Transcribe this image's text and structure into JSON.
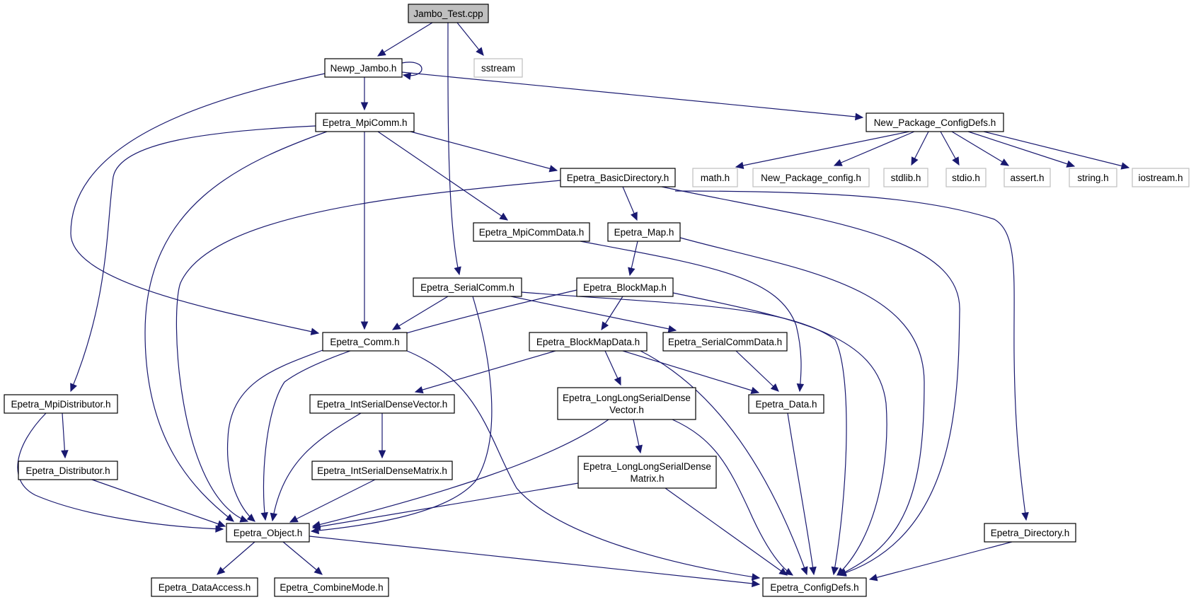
{
  "diagram": {
    "colors": {
      "edge": "#191970",
      "root_fill": "#bfbfbf",
      "ext_stroke": "#bfbfbf"
    },
    "nodes": [
      {
        "id": "jambo_test",
        "label": "Jambo_Test.cpp",
        "kind": "root"
      },
      {
        "id": "newp_jambo",
        "label": "Newp_Jambo.h",
        "kind": "local"
      },
      {
        "id": "sstream",
        "label": "sstream",
        "kind": "ext"
      },
      {
        "id": "epetra_mpicomm",
        "label": "Epetra_MpiComm.h",
        "kind": "local"
      },
      {
        "id": "new_package_configdefs",
        "label": "New_Package_ConfigDefs.h",
        "kind": "local"
      },
      {
        "id": "epetra_basicdirectory",
        "label": "Epetra_BasicDirectory.h",
        "kind": "local"
      },
      {
        "id": "math_h",
        "label": "math.h",
        "kind": "ext"
      },
      {
        "id": "new_package_config",
        "label": "New_Package_config.h",
        "kind": "ext"
      },
      {
        "id": "stdlib_h",
        "label": "stdlib.h",
        "kind": "ext"
      },
      {
        "id": "stdio_h",
        "label": "stdio.h",
        "kind": "ext"
      },
      {
        "id": "assert_h",
        "label": "assert.h",
        "kind": "ext"
      },
      {
        "id": "string_h",
        "label": "string.h",
        "kind": "ext"
      },
      {
        "id": "iostream_h",
        "label": "iostream.h",
        "kind": "ext"
      },
      {
        "id": "epetra_mpicommdata",
        "label": "Epetra_MpiCommData.h",
        "kind": "local"
      },
      {
        "id": "epetra_map",
        "label": "Epetra_Map.h",
        "kind": "local"
      },
      {
        "id": "epetra_serialcomm",
        "label": "Epetra_SerialComm.h",
        "kind": "local"
      },
      {
        "id": "epetra_blockmap",
        "label": "Epetra_BlockMap.h",
        "kind": "local"
      },
      {
        "id": "epetra_comm",
        "label": "Epetra_Comm.h",
        "kind": "local"
      },
      {
        "id": "epetra_blockmapdata",
        "label": "Epetra_BlockMapData.h",
        "kind": "local"
      },
      {
        "id": "epetra_serialcommdata",
        "label": "Epetra_SerialCommData.h",
        "kind": "local"
      },
      {
        "id": "epetra_mpidistributor",
        "label": "Epetra_MpiDistributor.h",
        "kind": "local"
      },
      {
        "id": "epetra_intserialdensevector",
        "label": "Epetra_IntSerialDenseVector.h",
        "kind": "local"
      },
      {
        "id": "epetra_longlongserialdensevector",
        "label": "Epetra_LongLongSerialDense\nVector.h",
        "kind": "local"
      },
      {
        "id": "epetra_data",
        "label": "Epetra_Data.h",
        "kind": "local"
      },
      {
        "id": "epetra_distributor",
        "label": "Epetra_Distributor.h",
        "kind": "local"
      },
      {
        "id": "epetra_intserialdensematrix",
        "label": "Epetra_IntSerialDenseMatrix.h",
        "kind": "local"
      },
      {
        "id": "epetra_longlongserialdensematrix",
        "label": "Epetra_LongLongSerialDense\nMatrix.h",
        "kind": "local"
      },
      {
        "id": "epetra_object",
        "label": "Epetra_Object.h",
        "kind": "local"
      },
      {
        "id": "epetra_directory",
        "label": "Epetra_Directory.h",
        "kind": "local"
      },
      {
        "id": "epetra_dataaccess",
        "label": "Epetra_DataAccess.h",
        "kind": "local"
      },
      {
        "id": "epetra_combinemode",
        "label": "Epetra_CombineMode.h",
        "kind": "local"
      },
      {
        "id": "epetra_configdefs",
        "label": "Epetra_ConfigDefs.h",
        "kind": "local"
      }
    ],
    "edges": [
      {
        "from": "jambo_test",
        "to": "newp_jambo"
      },
      {
        "from": "jambo_test",
        "to": "sstream"
      },
      {
        "from": "jambo_test",
        "to": "epetra_serialcomm"
      },
      {
        "from": "newp_jambo",
        "to": "newp_jambo"
      },
      {
        "from": "newp_jambo",
        "to": "epetra_mpicomm"
      },
      {
        "from": "newp_jambo",
        "to": "new_package_configdefs"
      },
      {
        "from": "newp_jambo",
        "to": "epetra_comm"
      },
      {
        "from": "new_package_configdefs",
        "to": "math_h"
      },
      {
        "from": "new_package_configdefs",
        "to": "new_package_config"
      },
      {
        "from": "new_package_configdefs",
        "to": "stdlib_h"
      },
      {
        "from": "new_package_configdefs",
        "to": "stdio_h"
      },
      {
        "from": "new_package_configdefs",
        "to": "assert_h"
      },
      {
        "from": "new_package_configdefs",
        "to": "string_h"
      },
      {
        "from": "new_package_configdefs",
        "to": "iostream_h"
      },
      {
        "from": "epetra_mpicomm",
        "to": "epetra_basicdirectory"
      },
      {
        "from": "epetra_mpicomm",
        "to": "epetra_mpicommdata"
      },
      {
        "from": "epetra_mpicomm",
        "to": "epetra_comm"
      },
      {
        "from": "epetra_mpicomm",
        "to": "epetra_mpidistributor"
      },
      {
        "from": "epetra_mpicomm",
        "to": "epetra_object"
      },
      {
        "from": "epetra_basicdirectory",
        "to": "epetra_map"
      },
      {
        "from": "epetra_basicdirectory",
        "to": "epetra_object"
      },
      {
        "from": "epetra_basicdirectory",
        "to": "epetra_configdefs"
      },
      {
        "from": "epetra_basicdirectory",
        "to": "epetra_directory"
      },
      {
        "from": "epetra_mpicommdata",
        "to": "epetra_data"
      },
      {
        "from": "epetra_map",
        "to": "epetra_blockmap"
      },
      {
        "from": "epetra_map",
        "to": "epetra_configdefs"
      },
      {
        "from": "epetra_serialcomm",
        "to": "epetra_comm"
      },
      {
        "from": "epetra_serialcomm",
        "to": "epetra_serialcommdata"
      },
      {
        "from": "epetra_serialcomm",
        "to": "epetra_object"
      },
      {
        "from": "epetra_serialcomm",
        "to": "epetra_configdefs"
      },
      {
        "from": "epetra_blockmap",
        "to": "epetra_blockmapdata"
      },
      {
        "from": "epetra_blockmap",
        "to": "epetra_object"
      },
      {
        "from": "epetra_blockmap",
        "to": "epetra_configdefs"
      },
      {
        "from": "epetra_comm",
        "to": "epetra_object"
      },
      {
        "from": "epetra_comm",
        "to": "epetra_configdefs"
      },
      {
        "from": "epetra_blockmapdata",
        "to": "epetra_intserialdensevector"
      },
      {
        "from": "epetra_blockmapdata",
        "to": "epetra_longlongserialdensevector"
      },
      {
        "from": "epetra_blockmapdata",
        "to": "epetra_data"
      },
      {
        "from": "epetra_blockmapdata",
        "to": "epetra_configdefs"
      },
      {
        "from": "epetra_serialcommdata",
        "to": "epetra_data"
      },
      {
        "from": "epetra_mpidistributor",
        "to": "epetra_distributor"
      },
      {
        "from": "epetra_mpidistributor",
        "to": "epetra_object"
      },
      {
        "from": "epetra_intserialdensevector",
        "to": "epetra_intserialdensematrix"
      },
      {
        "from": "epetra_intserialdensevector",
        "to": "epetra_object"
      },
      {
        "from": "epetra_longlongserialdensevector",
        "to": "epetra_longlongserialdensematrix"
      },
      {
        "from": "epetra_longlongserialdensevector",
        "to": "epetra_object"
      },
      {
        "from": "epetra_longlongserialdensevector",
        "to": "epetra_configdefs"
      },
      {
        "from": "epetra_data",
        "to": "epetra_configdefs"
      },
      {
        "from": "epetra_distributor",
        "to": "epetra_object"
      },
      {
        "from": "epetra_intserialdensematrix",
        "to": "epetra_object"
      },
      {
        "from": "epetra_longlongserialdensematrix",
        "to": "epetra_object"
      },
      {
        "from": "epetra_longlongserialdensematrix",
        "to": "epetra_configdefs"
      },
      {
        "from": "epetra_object",
        "to": "epetra_dataaccess"
      },
      {
        "from": "epetra_object",
        "to": "epetra_combinemode"
      },
      {
        "from": "epetra_object",
        "to": "epetra_configdefs"
      },
      {
        "from": "epetra_directory",
        "to": "epetra_configdefs"
      }
    ]
  }
}
